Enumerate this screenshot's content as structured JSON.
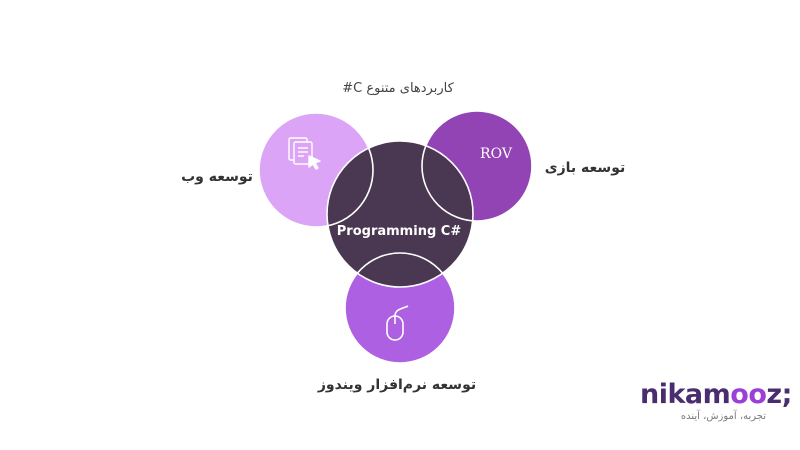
{
  "diagram": {
    "title": "کاربردهای متنوع C#",
    "center_label": "Programming C#",
    "nodes": {
      "web": {
        "label": "توسعه وب",
        "icon": "document-cursor-icon",
        "color": "#dca4f6"
      },
      "game": {
        "label": "توسعه بازی",
        "icon_text": "ROV",
        "icon": "rov-game-logo-icon",
        "color": "#9244b5"
      },
      "windows": {
        "label": "توسعه نرم‌افزار ویندوز",
        "icon": "mouse-icon",
        "color": "#ad60e2"
      }
    },
    "center_color": "#4a3752"
  },
  "brand": {
    "name_prefix": "nikam",
    "name_oo": "oo",
    "name_suffix": "z",
    "tagline": "تجربه، آموزش، آینده",
    "color_dark": "#4a2d6e",
    "color_accent": "#9b3fd6"
  }
}
